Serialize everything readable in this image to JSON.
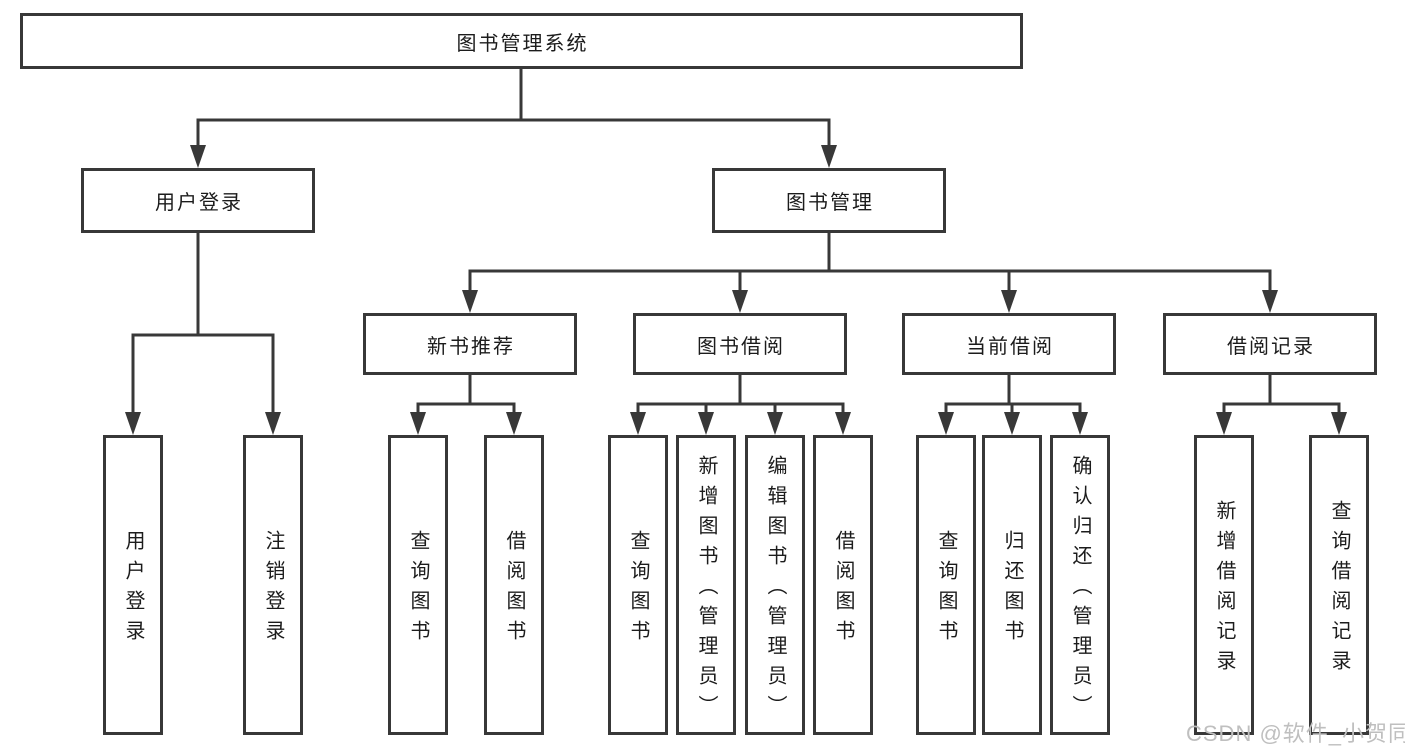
{
  "diagram": {
    "root": "图书管理系统",
    "branches": [
      {
        "label": "用户登录",
        "children": [
          "用户登录",
          "注销登录"
        ]
      },
      {
        "label": "图书管理",
        "sections": [
          {
            "label": "新书推荐",
            "children": [
              "查询图书",
              "借阅图书"
            ]
          },
          {
            "label": "图书借阅",
            "children": [
              "查询图书",
              "新增图书（管理员）",
              "编辑图书（管理员）",
              "借阅图书"
            ]
          },
          {
            "label": "当前借阅",
            "children": [
              "查询图书",
              "归还图书",
              "确认归还（管理员）"
            ]
          },
          {
            "label": "借阅记录",
            "children": [
              "新增借阅记录",
              "查询借阅记录"
            ]
          }
        ]
      }
    ]
  },
  "watermark": "CSDN @软件_小贺同学",
  "colors": {
    "line": "#383838",
    "text": "#1c1c1c",
    "watermark": "#bfbfbf",
    "background": "#ffffff"
  }
}
